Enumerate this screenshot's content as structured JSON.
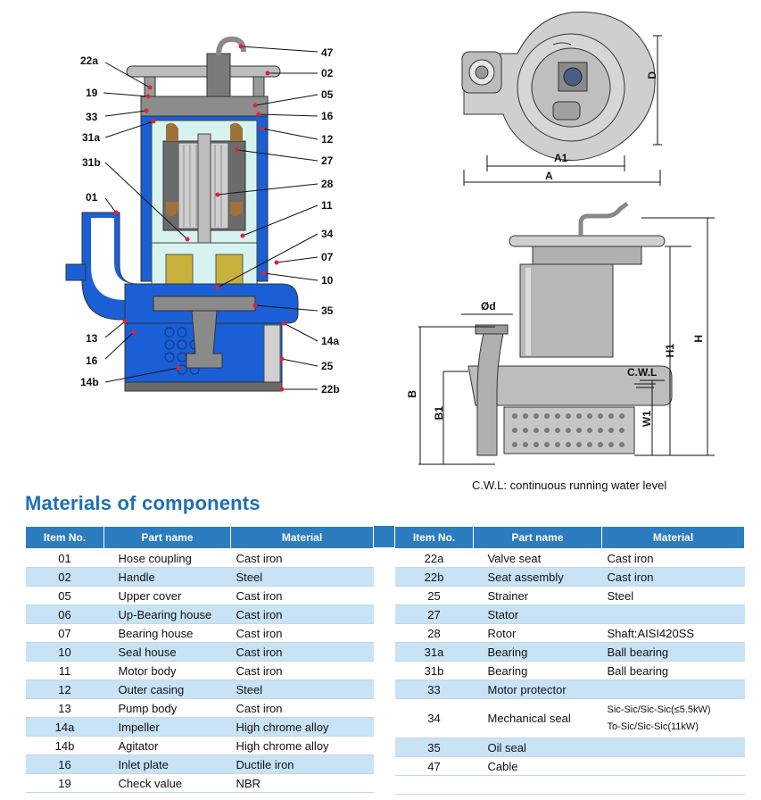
{
  "section_title": "Materials of components",
  "cwl_note": "C.W.L: continuous running water level",
  "diagram_callouts_left": [
    "22a",
    "19",
    "33",
    "31a",
    "31b",
    "01",
    "13",
    "16",
    "14b"
  ],
  "diagram_callouts_right": [
    "47",
    "02",
    "05",
    "16",
    "12",
    "27",
    "28",
    "11",
    "34",
    "07",
    "10",
    "35",
    "14a",
    "25",
    "22b"
  ],
  "dimension_labels": {
    "top_view": [
      "D",
      "A1",
      "A"
    ],
    "side_view": [
      "Ød",
      "C.W.L",
      "H1",
      "H",
      "B",
      "B1",
      "W1"
    ]
  },
  "table_headers": [
    "Item No.",
    "Part name",
    "Material"
  ],
  "table_left": [
    {
      "id": "01",
      "name": "Hose coupling",
      "material": "Cast iron"
    },
    {
      "id": "02",
      "name": "Handle",
      "material": "Steel"
    },
    {
      "id": "05",
      "name": "Upper cover",
      "material": "Cast iron"
    },
    {
      "id": "06",
      "name": "Up-Bearing house",
      "material": "Cast iron"
    },
    {
      "id": "07",
      "name": "Bearing house",
      "material": "Cast iron"
    },
    {
      "id": "10",
      "name": "Seal house",
      "material": "Cast iron"
    },
    {
      "id": "11",
      "name": "Motor body",
      "material": "Cast iron"
    },
    {
      "id": "12",
      "name": "Outer casing",
      "material": "Steel"
    },
    {
      "id": "13",
      "name": "Pump body",
      "material": "Cast iron"
    },
    {
      "id": "14a",
      "name": "Impeller",
      "material": "High chrome alloy"
    },
    {
      "id": "14b",
      "name": "Agitator",
      "material": "High chrome alloy"
    },
    {
      "id": "16",
      "name": "Inlet plate",
      "material": "Ductile iron"
    },
    {
      "id": "19",
      "name": "Check value",
      "material": "NBR"
    }
  ],
  "table_right": [
    {
      "id": "22a",
      "name": "Valve seat",
      "material": "Cast iron"
    },
    {
      "id": "22b",
      "name": "Seat assembly",
      "material": "Cast iron"
    },
    {
      "id": "25",
      "name": "Strainer",
      "material": "Steel"
    },
    {
      "id": "27",
      "name": "Stator",
      "material": ""
    },
    {
      "id": "28",
      "name": "Rotor",
      "material": "Shaft:AISI420SS"
    },
    {
      "id": "31a",
      "name": "Bearing",
      "material": "Ball bearing"
    },
    {
      "id": "31b",
      "name": "Bearing",
      "material": "Ball bearing"
    },
    {
      "id": "33",
      "name": "Motor protector",
      "material": ""
    },
    {
      "id": "34",
      "name": "Mechanical seal",
      "material": "Sic-Sic/Sic-Sic(≤5.5kW)",
      "material2": "To-Sic/Sic-Sic(11kW)"
    },
    {
      "id": "35",
      "name": "Oil seal",
      "material": ""
    },
    {
      "id": "47",
      "name": "Cable",
      "material": ""
    }
  ],
  "colors": {
    "header": "#2c7cc0",
    "shade": "#c9e3f6",
    "title": "#1f6fb5",
    "pump_blue": "#1a5fd6"
  }
}
